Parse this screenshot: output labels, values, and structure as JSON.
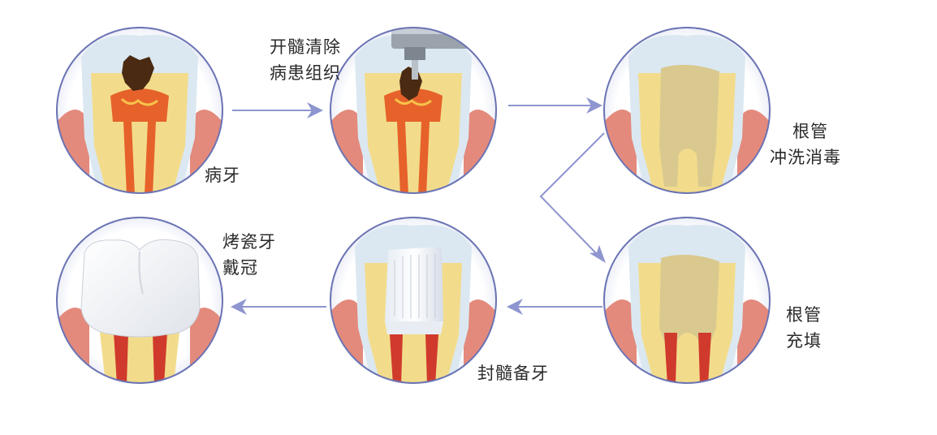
{
  "steps": [
    {
      "id": "diseased",
      "label_lines": [
        "病牙"
      ]
    },
    {
      "id": "open",
      "label_lines": [
        "开髓清除",
        "病患组织"
      ]
    },
    {
      "id": "clean",
      "label_lines": [
        "根管",
        "冲洗消毒"
      ]
    },
    {
      "id": "fill",
      "label_lines": [
        "根管",
        "充填"
      ]
    },
    {
      "id": "seal",
      "label_lines": [
        "封髓备牙"
      ]
    },
    {
      "id": "crown",
      "label_lines": [
        "烤瓷牙",
        "戴冠"
      ]
    }
  ],
  "colors": {
    "circle_stroke": "#6b74b4",
    "arrow": "#8e95cf",
    "gum": "#e38a7c",
    "dentin": "#f2dc8c",
    "enamel": "#dbe8f1",
    "pulp": "#e6622a",
    "root_canal": "#d03a2c",
    "decay": "#4a2a12",
    "filling": "#d9c98e",
    "crown": "#f7f8fb"
  }
}
